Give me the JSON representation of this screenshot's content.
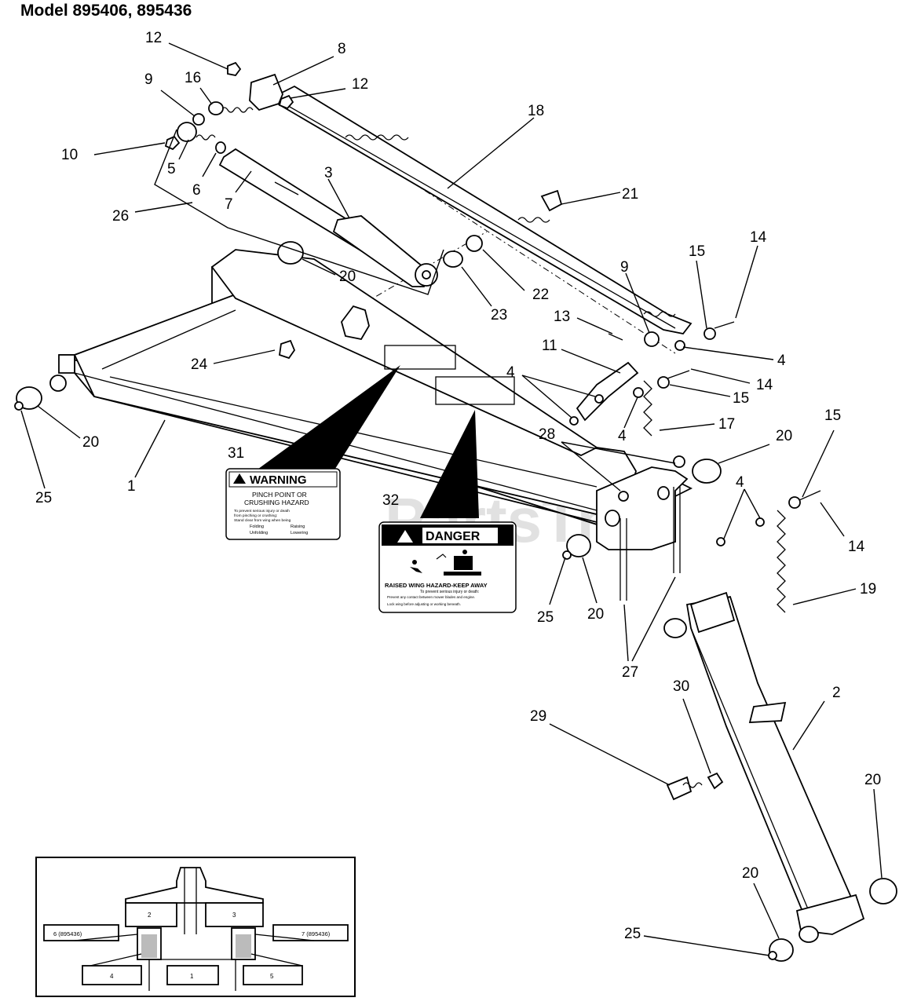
{
  "title": "Model 895406, 895436",
  "watermark": "PartsTree",
  "callouts": [
    "12",
    "8",
    "9",
    "16",
    "12",
    "18",
    "10",
    "5",
    "6",
    "7",
    "3",
    "26",
    "21",
    "20",
    "22",
    "23",
    "15",
    "14",
    "9",
    "13",
    "24",
    "11",
    "4",
    "4",
    "14",
    "15",
    "4",
    "17",
    "20",
    "15",
    "20",
    "25",
    "1",
    "31",
    "28",
    "32",
    "4",
    "14",
    "25",
    "20",
    "19",
    "27",
    "30",
    "2",
    "29",
    "20",
    "20",
    "25"
  ],
  "warning_decal": {
    "header": "WARNING",
    "line1": "PINCH POINT OR",
    "line2": "CRUSHING HAZARD",
    "small1": "To prevent serious injury or death",
    "small2": "from pinching or crushing:",
    "small3": "Stand clear from wing when being",
    "bul1": "Folding",
    "bul2": "Raising",
    "bul3": "Unfolding",
    "bul4": "Lowering"
  },
  "danger_decal": {
    "header": "DANGER",
    "caption": "RAISED WING HAZARD-KEEP AWAY",
    "sub": "To prevent serious injury or death:",
    "bul1": "Prevent any contact between mower blades and engine.",
    "bul2": "Lock wing before adjusting or working beneath."
  },
  "inset": {
    "box2": "2",
    "box3": "3",
    "box6": "6 (895436)",
    "box7": "7 (895436)",
    "box4": "4",
    "box1": "1",
    "box5": "5"
  }
}
